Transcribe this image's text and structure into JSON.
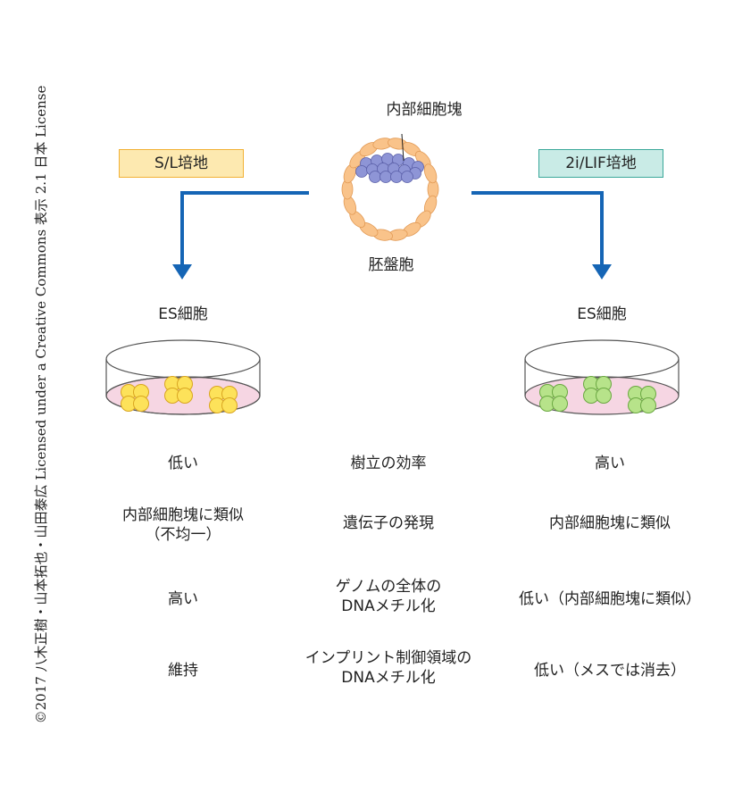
{
  "copyright": "©2017 八木正樹・山本拓也・山田泰広 Licensed under a Creative Commons 表示 2.1 日本 License",
  "labels": {
    "inner_cell_mass": "内部細胞塊",
    "blastocyst": "胚盤胞",
    "medium_left": "S/L培地",
    "medium_right": "2i/LIF培地",
    "es_left": "ES細胞",
    "es_right": "ES細胞"
  },
  "colors": {
    "arrow": "#1565b5",
    "yellow_cells": "#fde25a",
    "green_cells": "#b7e38a",
    "dish_medium": "#f6d6e3",
    "embryo_cells": "#f9c38a",
    "icm_cells": "#8e95d6"
  },
  "comparison": {
    "rows": [
      {
        "criterion": [
          "樹立の効率"
        ],
        "left": [
          "低い"
        ],
        "right": [
          "高い"
        ]
      },
      {
        "criterion": [
          "遺伝子の発現"
        ],
        "left": [
          "内部細胞塊に類似",
          "（不均一）"
        ],
        "right": [
          "内部細胞塊に類似"
        ]
      },
      {
        "criterion": [
          "ゲノムの全体の",
          "DNAメチル化"
        ],
        "left": [
          "高い"
        ],
        "right": [
          "低い（内部細胞塊に類似）"
        ]
      },
      {
        "criterion": [
          "インプリント制御領域の",
          "DNAメチル化"
        ],
        "left": [
          "維持"
        ],
        "right": [
          "低い（メスでは消去）"
        ]
      }
    ]
  }
}
